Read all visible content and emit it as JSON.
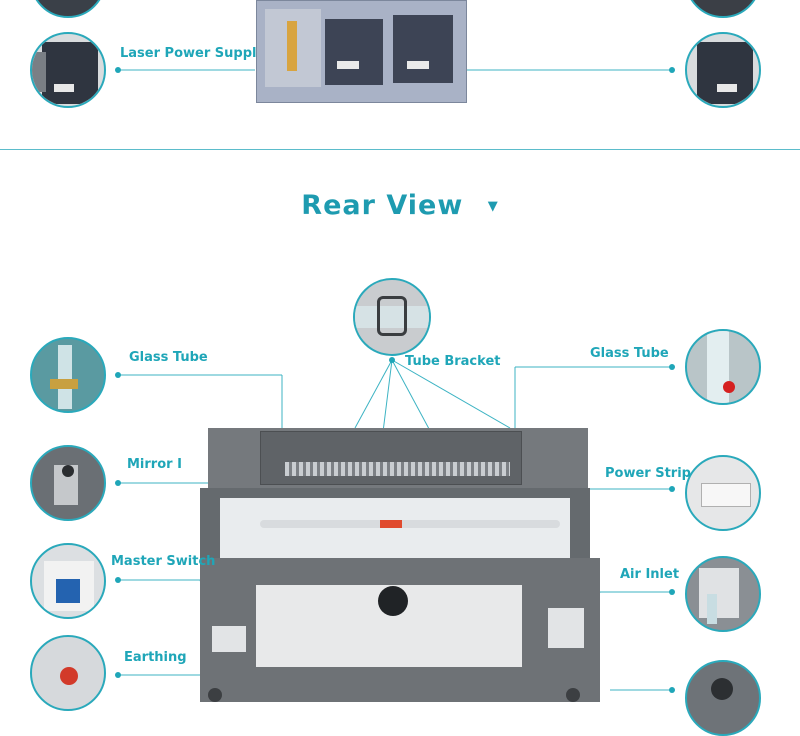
{
  "section_title": "Rear View",
  "labels": {
    "laser_power_supply": "Laser Power Supply",
    "glass_tube_left": "Glass Tube",
    "tube_bracket": "Tube Bracket",
    "glass_tube_right": "Glass Tube",
    "mirror_1": "Mirror I",
    "power_strip": "Power Strip",
    "master_switch": "Master Switch",
    "air_inlet": "Air Inlet",
    "earthing": "Earthing"
  },
  "colors": {
    "accent": "#1fa6b8",
    "machine": "#6d7175"
  }
}
